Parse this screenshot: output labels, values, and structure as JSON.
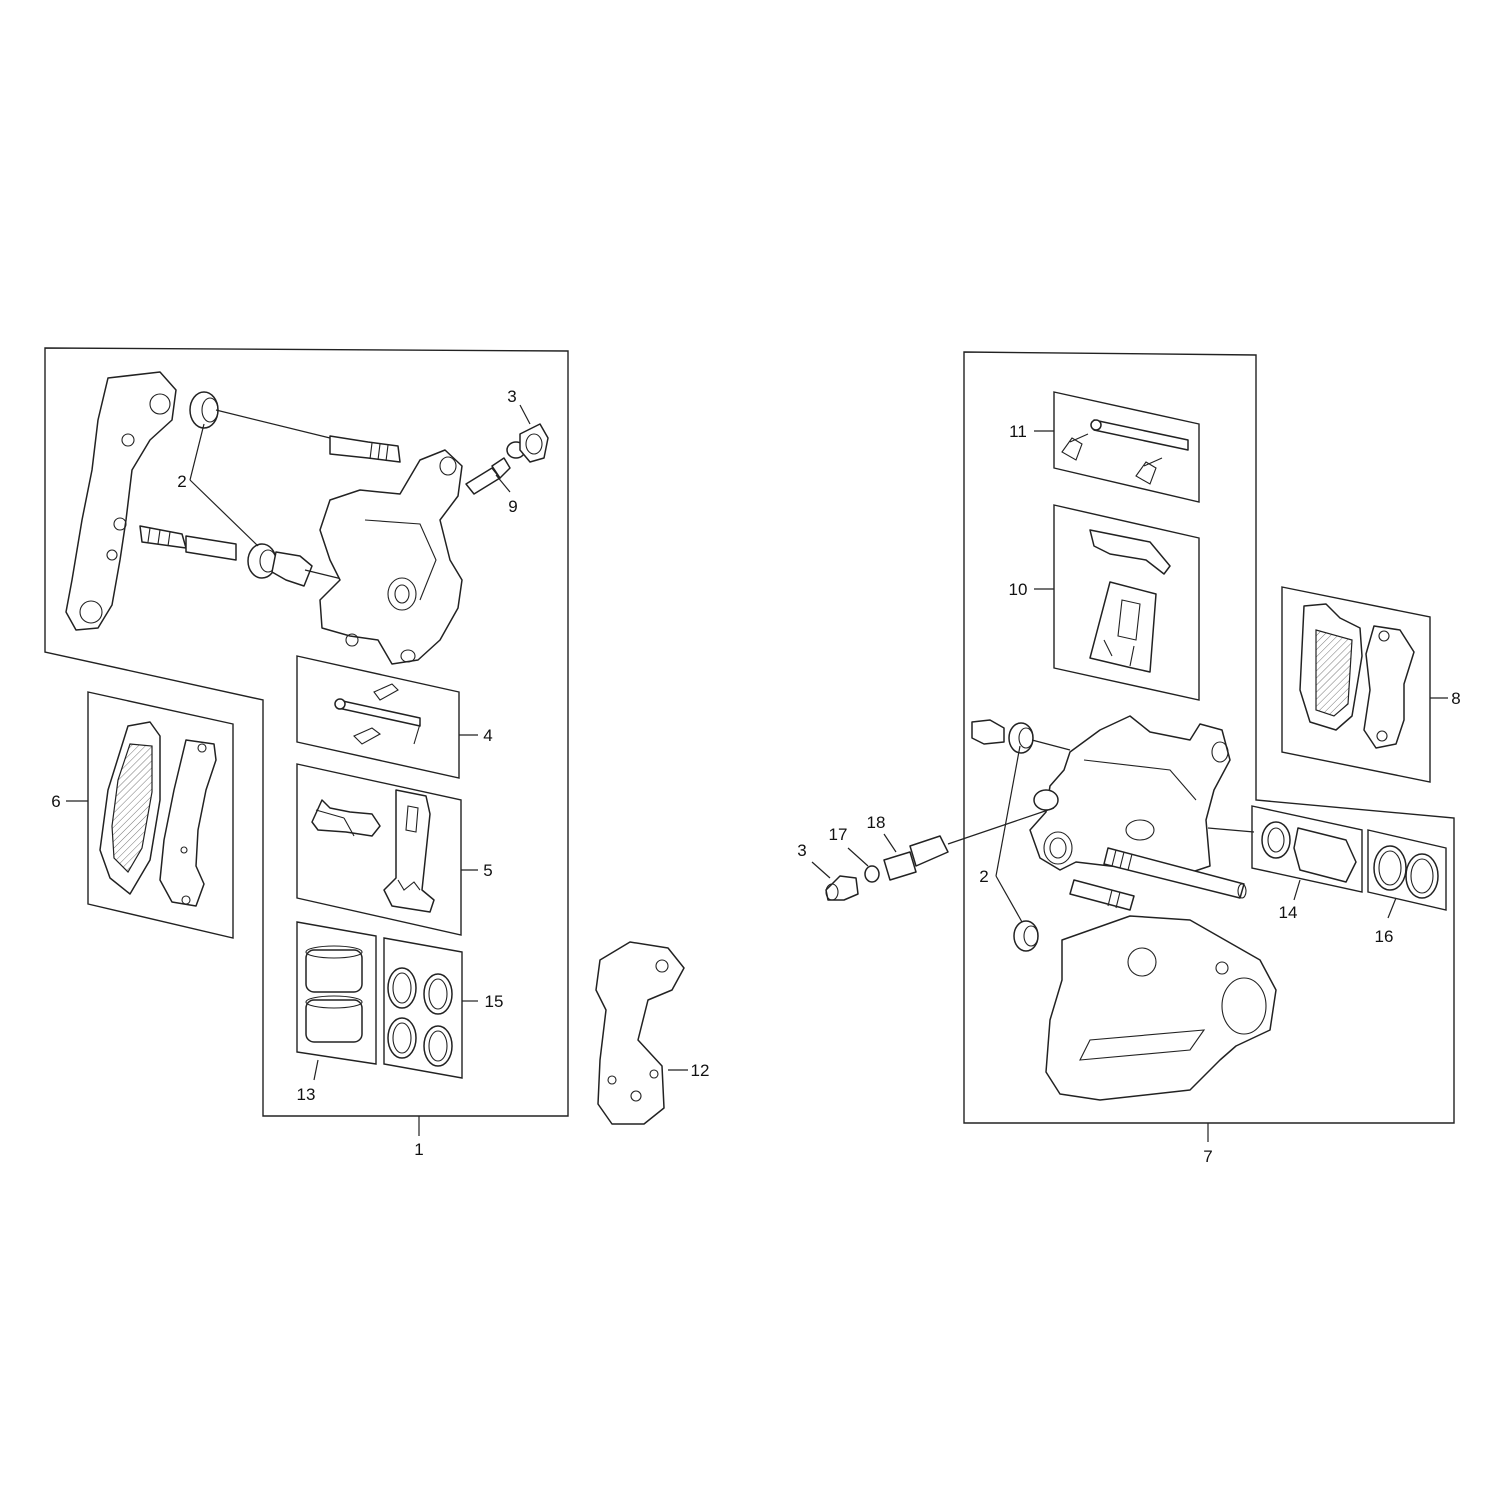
{
  "labels": {
    "l1": "1",
    "l2a": "2",
    "l3a": "3",
    "l4": "4",
    "l5": "5",
    "l6": "6",
    "l7": "7",
    "l8": "8",
    "l9": "9",
    "l10": "10",
    "l11": "11",
    "l12": "12",
    "l13": "13",
    "l14": "14",
    "l15": "15",
    "l16": "16",
    "l17": "17",
    "l18": "18",
    "l2b": "2",
    "l3b": "3"
  }
}
